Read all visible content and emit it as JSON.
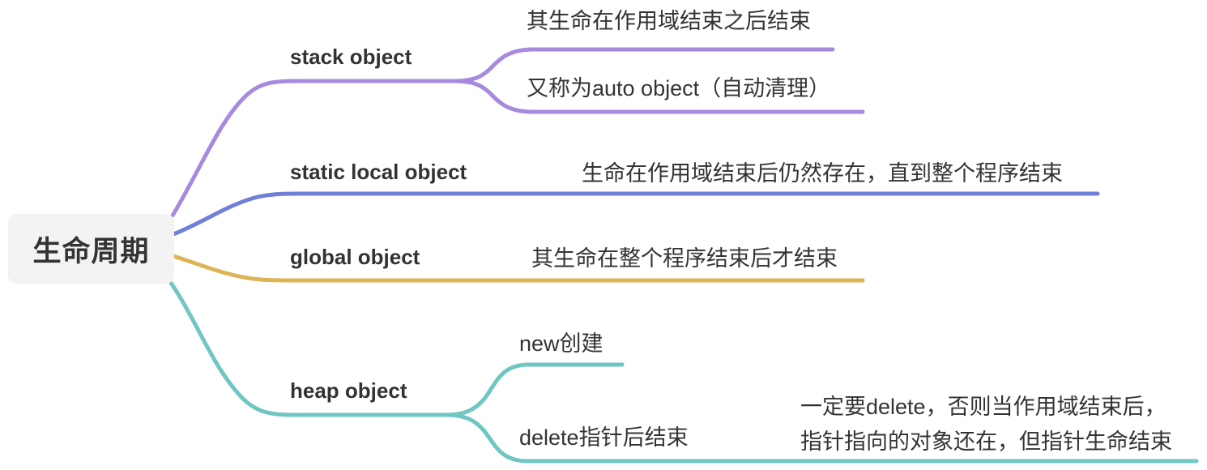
{
  "root": {
    "label": "生命周期"
  },
  "colors": {
    "stack": "#a78ae0",
    "static_local": "#6f80d8",
    "global": "#deb457",
    "heap": "#6fc6c2",
    "root_bg": "#f3f3f3",
    "text": "#333333"
  },
  "branches": {
    "stack": {
      "label": "stack object",
      "children": [
        "其生命在作用域结束之后结束",
        "又称为auto object（自动清理）"
      ]
    },
    "static_local": {
      "label": "static local object",
      "child": "生命在作用域结束后仍然存在，直到整个程序结束"
    },
    "global": {
      "label": "global object",
      "child": "其生命在整个程序结束后才结束"
    },
    "heap": {
      "label": "heap object",
      "children": {
        "new": "new创建",
        "delete": "delete指针后结束",
        "delete_note_line1": "一定要delete，否则当作用域结束后，",
        "delete_note_line2": "指针指向的对象还在，但指针生命结束"
      }
    }
  }
}
